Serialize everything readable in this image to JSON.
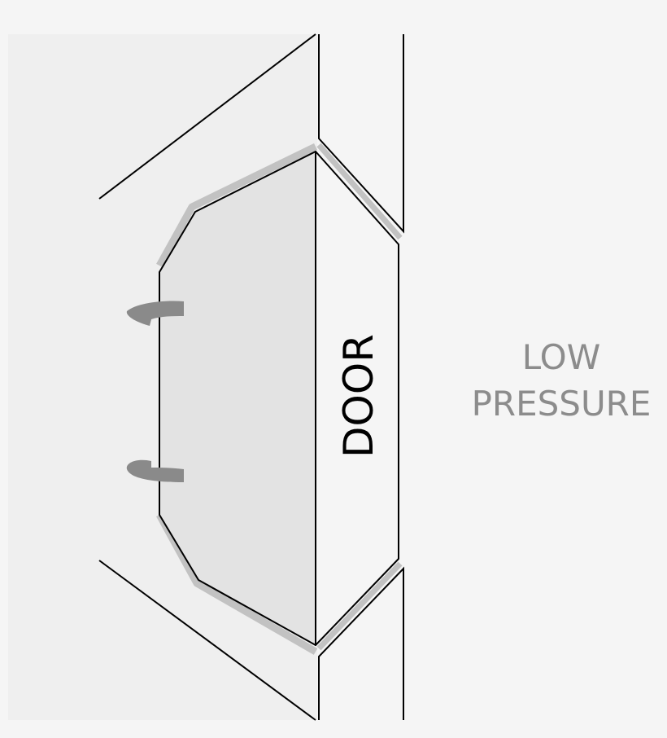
{
  "labels": {
    "door": "DOOR",
    "pressure_line1": "LOW",
    "pressure_line2": "PRESSURE"
  },
  "colors": {
    "page_background": "#f5f5f5",
    "wall_panel": "#efefef",
    "cabinet_fill": "#e3e3e3",
    "shadow": "#c2c2c2",
    "handle": "#8a8a8a",
    "outline": "#000000",
    "door_fill": "#f5f5f5",
    "pressure_text": "#8c8c8c"
  },
  "icons": {
    "upper_handle": "hook-handle-icon",
    "lower_handle": "hook-handle-icon"
  }
}
